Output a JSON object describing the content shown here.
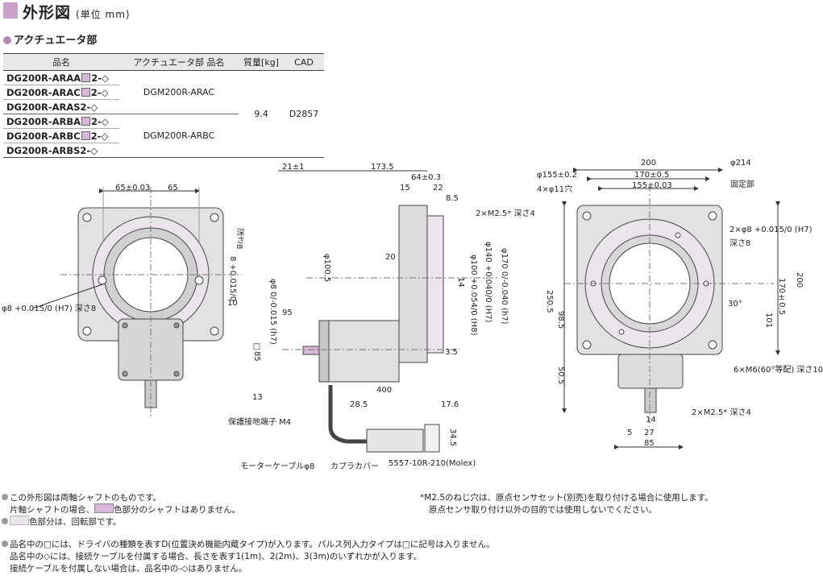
{
  "header": {
    "title": "外形図",
    "unit": "(単位 mm)"
  },
  "section": {
    "label": "アクチュエータ部"
  },
  "table": {
    "headers": [
      "品名",
      "アクチュエータ部 品名",
      "質量[kg]",
      "CAD"
    ],
    "rows": [
      {
        "prefix": "DG200R-ARAA",
        "suffix": "2-◇"
      },
      {
        "prefix": "DG200R-ARAC",
        "suffix": "2-◇"
      },
      {
        "prefix": "DG200R-ARAS2-◇",
        "suffix": ""
      },
      {
        "prefix": "DG200R-ARBA",
        "suffix": "2-◇"
      },
      {
        "prefix": "DG200R-ARBC",
        "suffix": "2-◇"
      },
      {
        "prefix": "DG200R-ARBS2-◇",
        "suffix": ""
      }
    ],
    "actuator_a": "DGM200R-ARAC",
    "actuator_b": "DGM200R-ARBC",
    "mass": "9.4",
    "cad": "D2857"
  },
  "front": {
    "d65a": "65±0.03",
    "d65b": "65",
    "d10": "10",
    "d8": "8 +0.015/0",
    "d8b": "深さ8",
    "hole": "φ8 +0.015/0 (H7) 深さ8"
  },
  "side": {
    "d21": "21±1",
    "d1735": "173.5",
    "d64": "64±0.3",
    "d15": "15",
    "d22": "22",
    "d85": "8.5",
    "m25": "2×M2.5* 深さ4",
    "d1005": "φ100.5",
    "d20": "20",
    "d14": "14",
    "d100": "φ100 +0.054/0 (H8)",
    "d140": "φ140 +0.040/0 (H7)",
    "d170": "φ170 0/-0.040 (h7)",
    "shaft": "φ8 0/-0.015 (h7)",
    "d95": "95",
    "sq85": "□85",
    "d35": "3.5",
    "d13": "13",
    "d400": "400",
    "d285": "28.5",
    "d176": "17.6",
    "d345": "34.5",
    "ground": "保護接地端子 M4",
    "cable": "モーターケーブルφ8",
    "cover": "カプラカバー",
    "conn": "5557-10R-210(Molex)"
  },
  "back": {
    "d155a": "φ155±0.2",
    "d11": "4×φ11穴",
    "d200": "200",
    "d170": "170±0.5",
    "d155b": "155±0.03",
    "d214": "φ214",
    "fixed": "固定部",
    "hole": "2×φ8 +0.015/0 (H7)",
    "hole2": "深さ8",
    "d200v": "200",
    "d170v": "170±0.5",
    "d30": "30°",
    "d2505": "250.5",
    "d985": "98.5",
    "d101": "101",
    "d505": "50.5",
    "m6": "6×M6(60°等配) 深さ10",
    "m25": "2×M2.5* 深さ4",
    "d14": "14",
    "d5": "5",
    "d27": "27",
    "d85": "85"
  },
  "notes": {
    "n1": "この外形図は両軸シャフトのものです。",
    "n2a": "片軸シャフトの場合、",
    "n2b": "色部分のシャフトはありません。",
    "n3": "色部分は、回転部です。",
    "n4": "*M2.5のねじ穴は、原点センサセット(別売)を取り付ける場合に使用します。",
    "n5": "原点センサ取り付け以外の目的では使用しないでください。",
    "n6": "品名中の□には、ドライバの種類を表すD(位置決め機能内蔵タイプ)が入ります。パルス列入力タイプは□に記号は入りません。",
    "n7": "品名中の◇には、接続ケーブルを付属する場合、長さを表す1(1m)、2(2m)、3(3m)のいずれかが入ります。",
    "n8": "接続ケーブルを付属しない場合は、品名中の-◇はありません。"
  },
  "colors": {
    "body": "#e2e2e2",
    "dark": "#b8b8b8",
    "rotor": "#ece4ec",
    "accent": "#c9a0c9"
  }
}
